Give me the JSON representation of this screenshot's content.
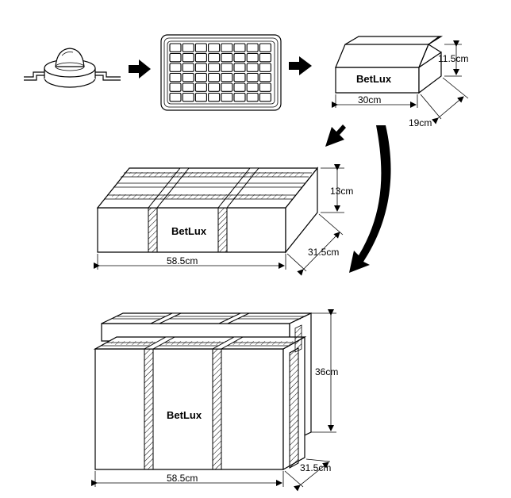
{
  "brand": "BetLux",
  "small_box": {
    "brand": "BetLux",
    "height": "11.5cm",
    "width": "30cm",
    "depth": "19cm"
  },
  "medium_carton": {
    "brand": "BetLux",
    "height": "13cm",
    "width": "58.5cm",
    "depth": "31.5cm"
  },
  "large_carton": {
    "brand": "BetLux",
    "height": "36cm",
    "width": "58.5cm",
    "depth": "31.5cm"
  }
}
